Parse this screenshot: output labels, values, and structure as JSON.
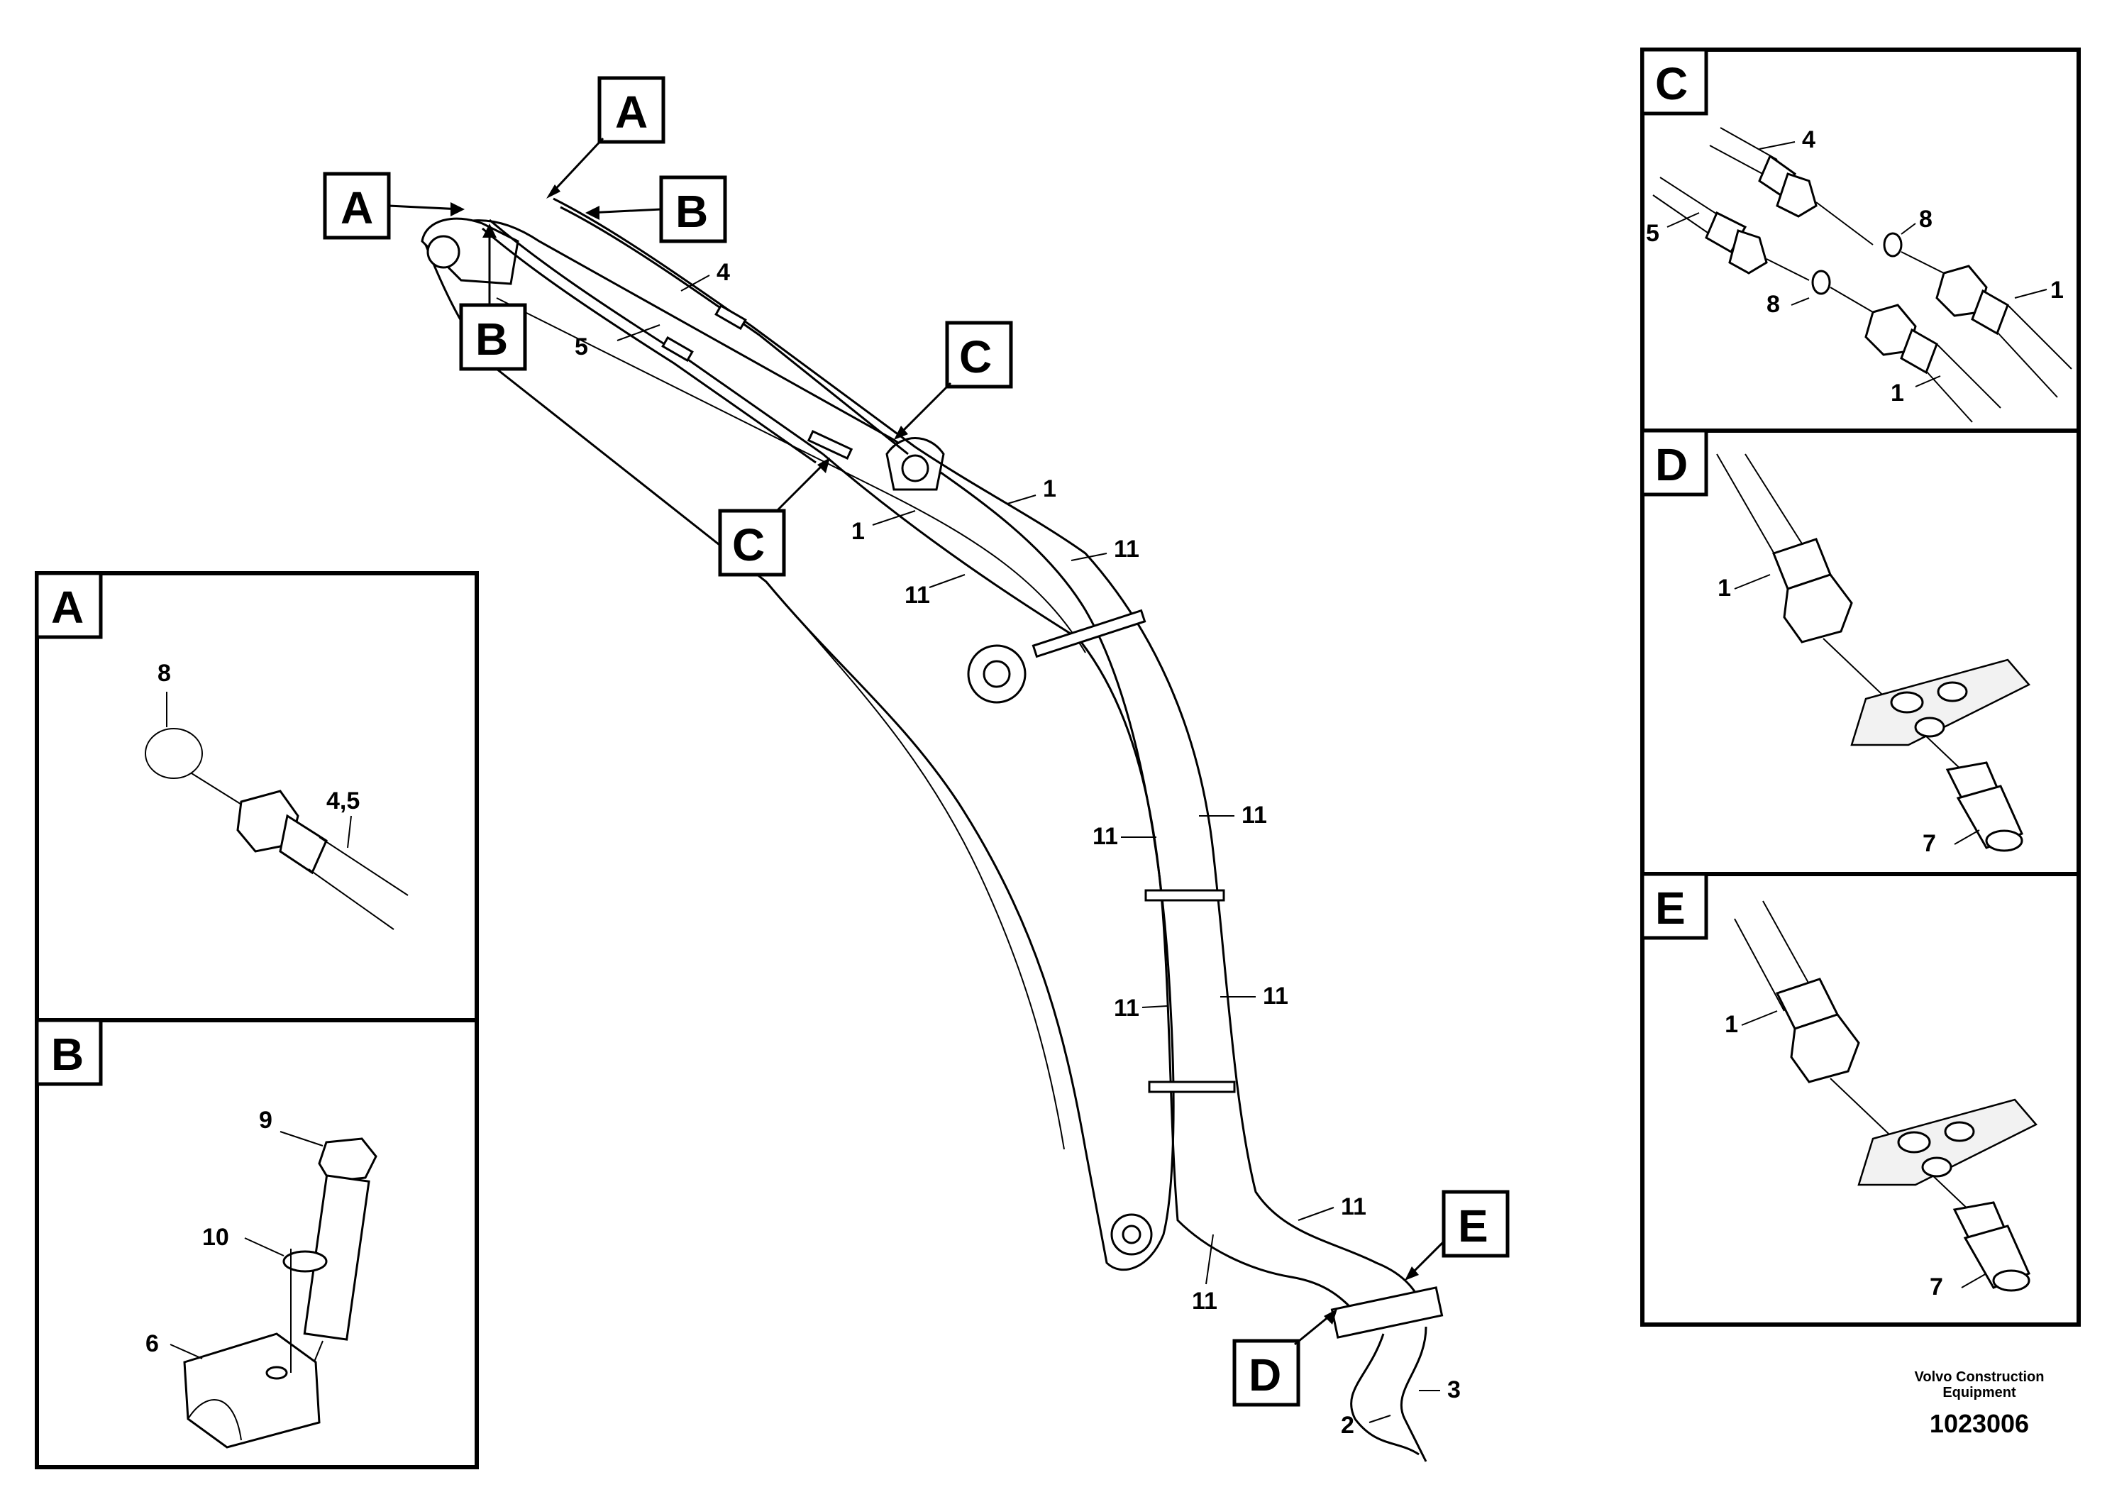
{
  "callouts": {
    "A": "A",
    "B": "B",
    "C": "C",
    "D": "D",
    "E": "E"
  },
  "main_labels": {
    "p1": "1",
    "p4": "4",
    "p5": "5",
    "p11": "11",
    "p2": "2",
    "p3": "3"
  },
  "detail_A": {
    "title": "A",
    "labels": [
      "8",
      "4,5"
    ]
  },
  "detail_B": {
    "title": "B",
    "labels": [
      "9",
      "10",
      "6"
    ]
  },
  "detail_C": {
    "title": "C",
    "labels": [
      "4",
      "5",
      "8",
      "8",
      "1",
      "1"
    ]
  },
  "detail_D": {
    "title": "D",
    "labels": [
      "1",
      "7"
    ]
  },
  "detail_E": {
    "title": "E",
    "labels": [
      "1",
      "7"
    ]
  },
  "footer": {
    "brand_line1": "Volvo Construction",
    "brand_line2": "Equipment",
    "drawing_number": "1023006"
  }
}
